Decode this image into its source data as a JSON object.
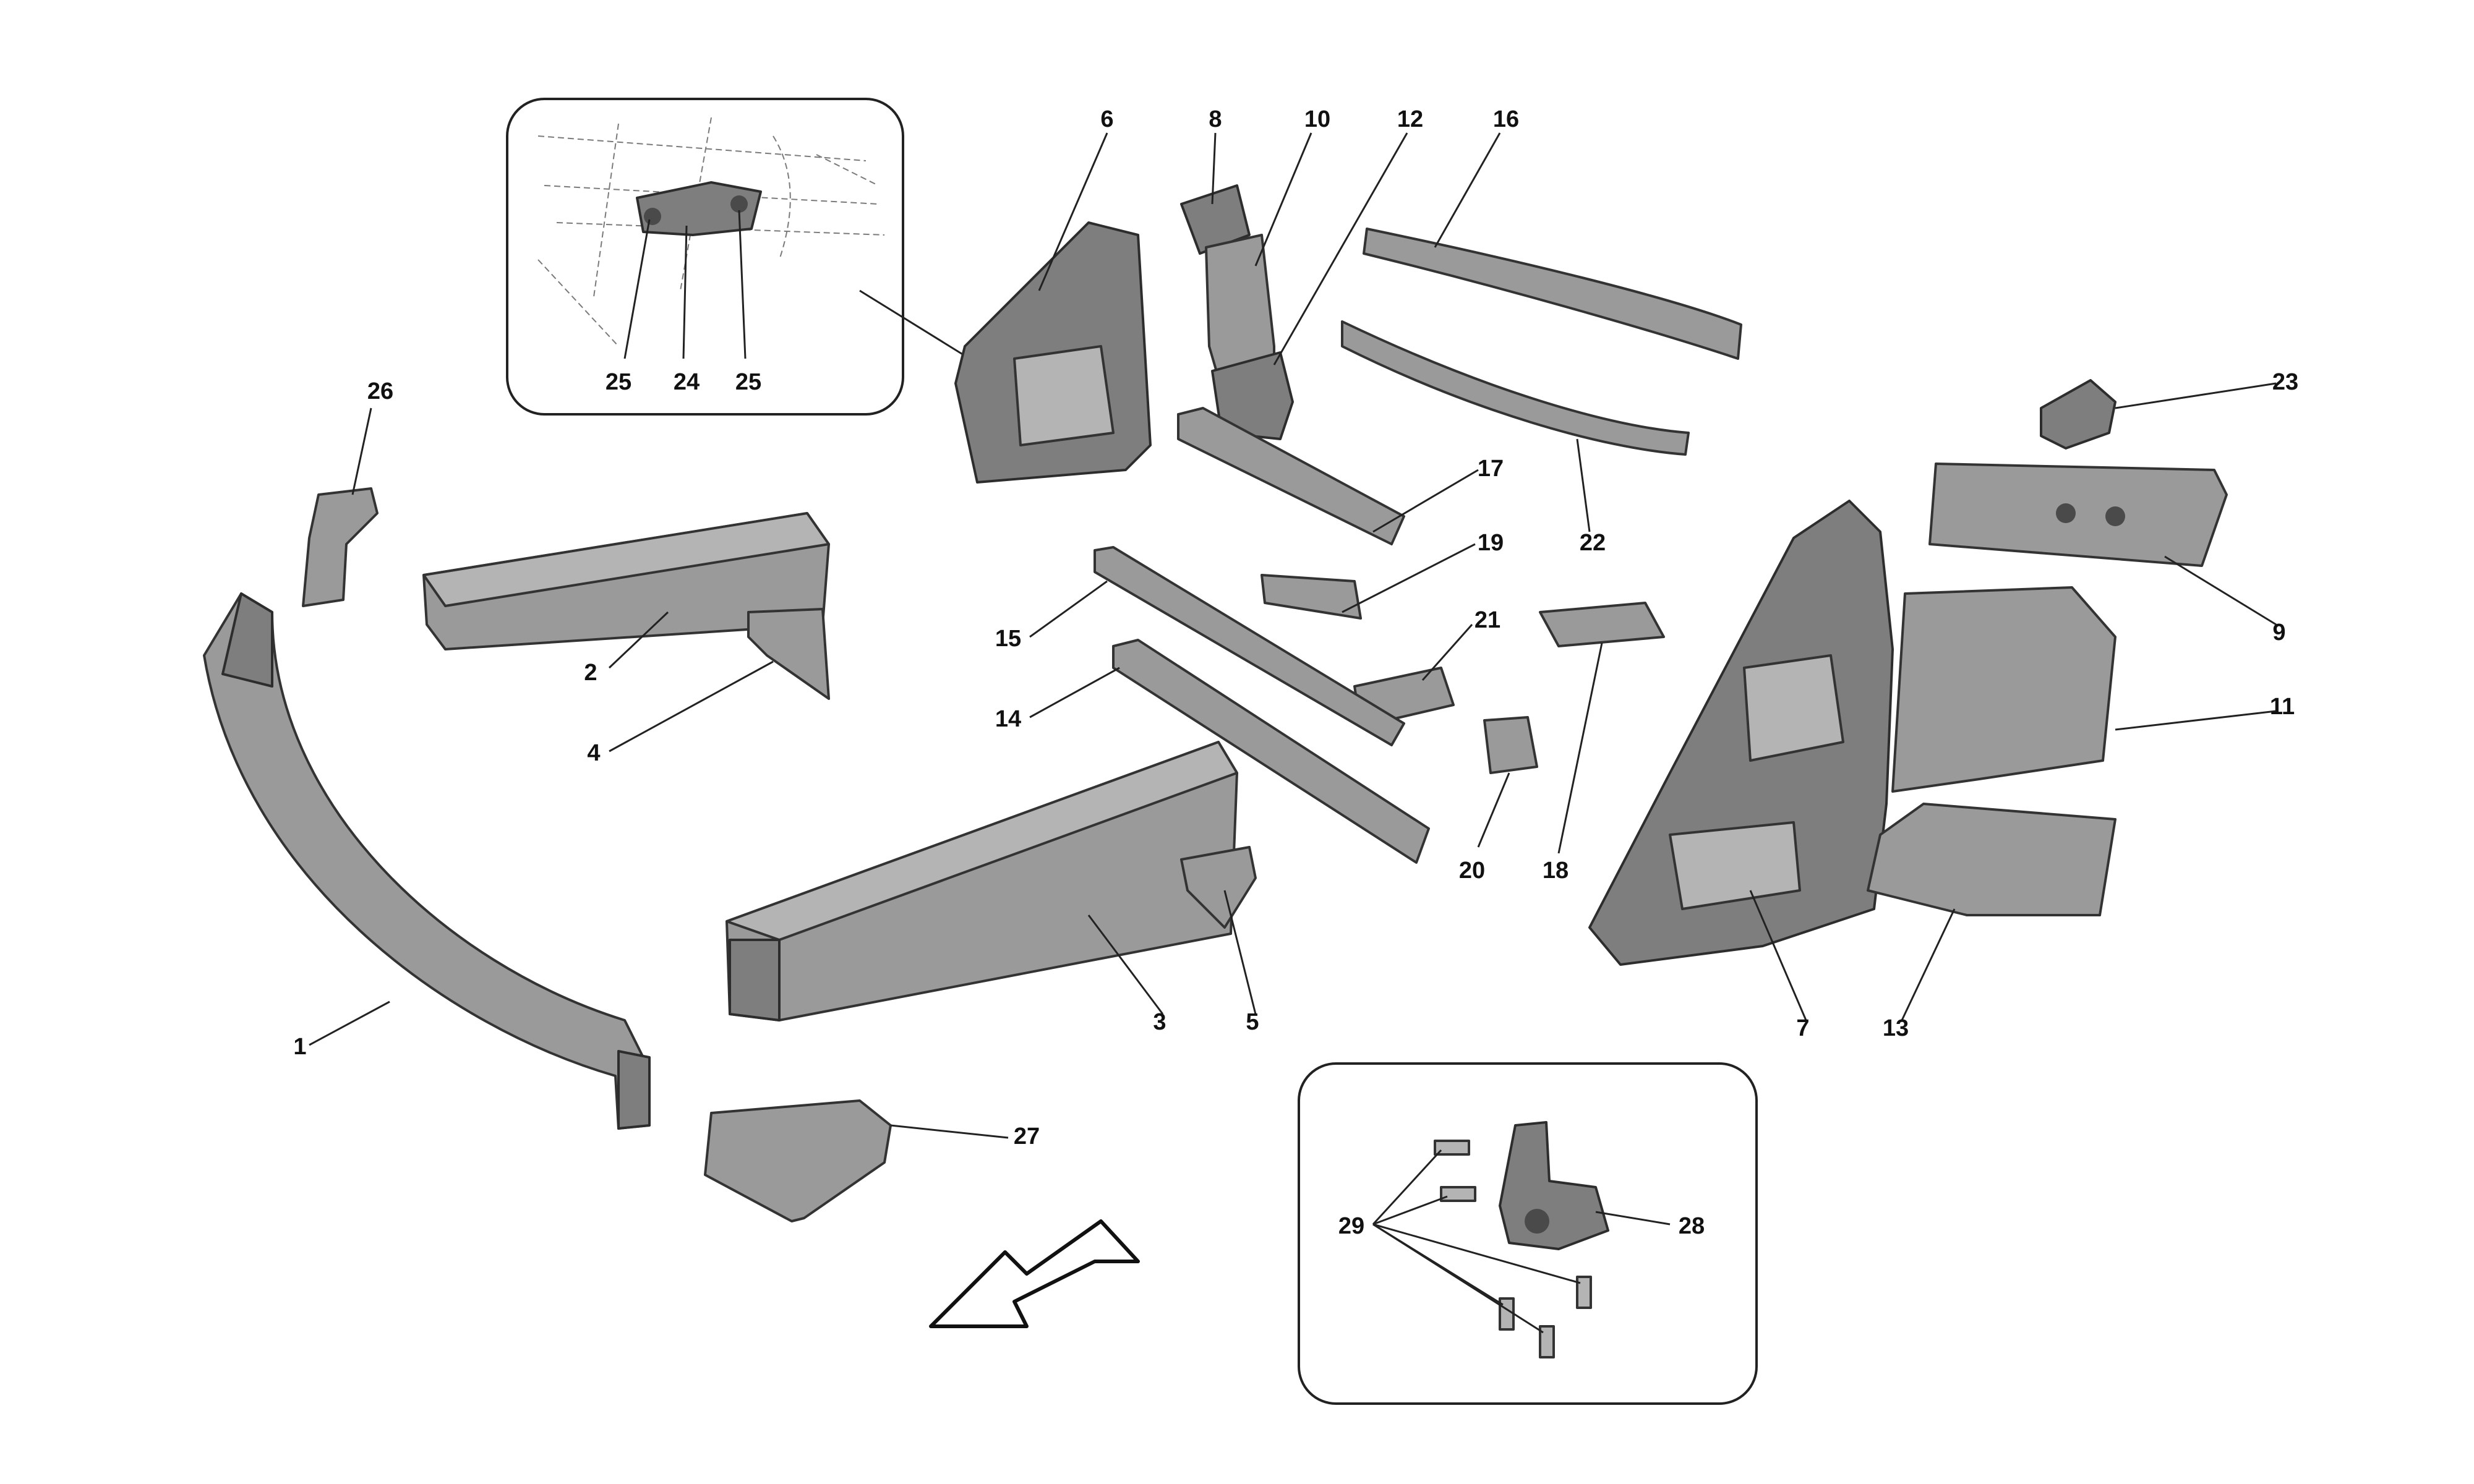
{
  "diagram": {
    "callouts": {
      "c1": "1",
      "c2": "2",
      "c3": "3",
      "c4": "4",
      "c5": "5",
      "c6": "6",
      "c7": "7",
      "c8": "8",
      "c9": "9",
      "c10": "10",
      "c11": "11",
      "c12": "12",
      "c13": "13",
      "c14": "14",
      "c15": "15",
      "c16": "16",
      "c17": "17",
      "c18": "18",
      "c19": "19",
      "c20": "20",
      "c21": "21",
      "c22": "22",
      "c23": "23",
      "c24": "24",
      "c25a": "25",
      "c25b": "25",
      "c26": "26",
      "c27": "27",
      "c28": "28",
      "c29": "29"
    },
    "colors": {
      "part_fill": "#9a9a9a",
      "outline": "#333333",
      "background": "#ffffff"
    },
    "icons": {
      "direction_arrow": "front-direction-arrow-icon"
    }
  }
}
